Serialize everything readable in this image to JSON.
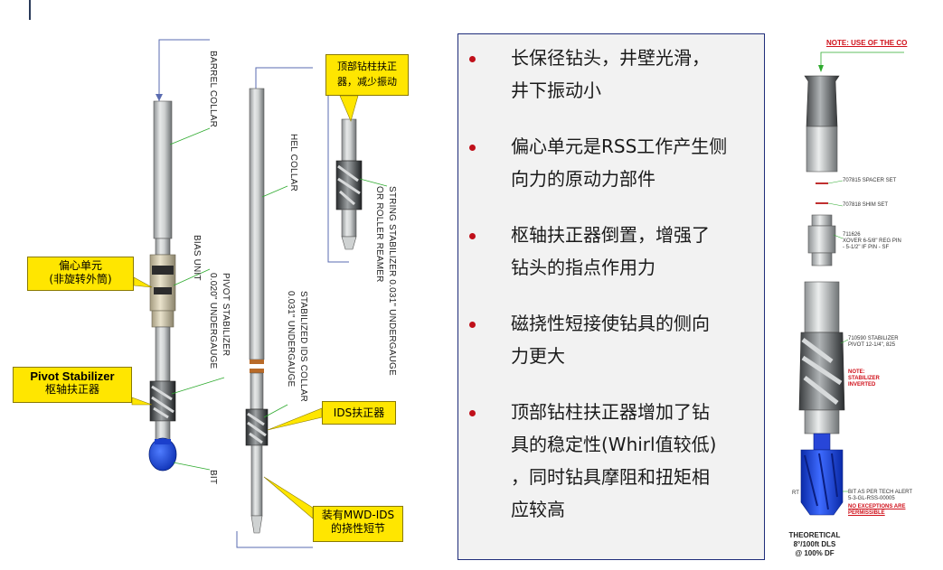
{
  "left_diagram": {
    "labels": {
      "barrel_collar": "BARREL COLLAR",
      "bias_unit": "BIAS UNIT",
      "pivot_stabilizer": "PIVOT STABILIZER",
      "pivot_undergauge": "0.020\" UNDERGAUGE",
      "bit": "BIT",
      "hel_collar": "HEL COLLAR",
      "stabilized_ids_collar": "STABILIZED IDS COLLAR",
      "ids_undergauge": "0.031\" UNDERGAUGE",
      "string_stabilizer": "STRING STABILIZER 0.031\" UNDERGAUGE",
      "roller_reamer": "OR ROLLER REAMER"
    },
    "callouts": {
      "eccentric_unit_line1": "偏心单元",
      "eccentric_unit_line2": "(非旋转外筒)",
      "pivot_stabilizer_en": "Pivot Stabilizer",
      "pivot_stabilizer_cn": "枢轴扶正器",
      "top_stabilizer_line1": "顶部钻柱扶正",
      "top_stabilizer_line2": "器，减少振动",
      "ids_stabilizer": "IDS扶正器",
      "mwd_line1": "装有MWD-IDS",
      "mwd_line2": "的挠性短节"
    }
  },
  "bullets": [
    {
      "line1": "长保径钻头，井壁光滑，",
      "line2": "井下振动小"
    },
    {
      "line1": "偏心单元是RSS工作产生侧",
      "line2": "向力的原动力部件"
    },
    {
      "line1": "枢轴扶正器倒置，增强了",
      "line2": "钻头的指点作用力"
    },
    {
      "line1": "磁挠性短接使钻具的侧向",
      "line2": "力更大"
    },
    {
      "line1": "顶部钻柱扶正器增加了钻",
      "line2": "具的稳定性(Whirl值较低)",
      "line3": "，同时钻具摩阻和扭矩相",
      "line4": "应较高"
    }
  ],
  "right_diagram": {
    "note_header": "NOTE: USE OF THE CO",
    "spacer_set": "707815 SPACER SET",
    "shim_set": "707818 SHIM SET",
    "xover_1": "711626",
    "xover_2": "XOVER 6-5/8\" REG PIN",
    "xover_3": "- 5-1/2\" IF PIN - SF",
    "stab_1": "710590 STABILIZER",
    "stab_2": "PIVOT 12-1/4\", 825",
    "note_stab_1": "NOTE:",
    "note_stab_2": "STABILIZER",
    "note_stab_3": "INVERTED",
    "bit_1": "BIT AS PER TECH ALERT",
    "bit_2": "5-3-GL-RSS-00005",
    "bit_3": "NO EXCEPTIONS ARE",
    "bit_4": "PERMISSIBLE",
    "rt": "RT",
    "theoretical": "THEORETICAL",
    "dls": "8°/100ft DLS",
    "pct": "@ 100% DF"
  }
}
